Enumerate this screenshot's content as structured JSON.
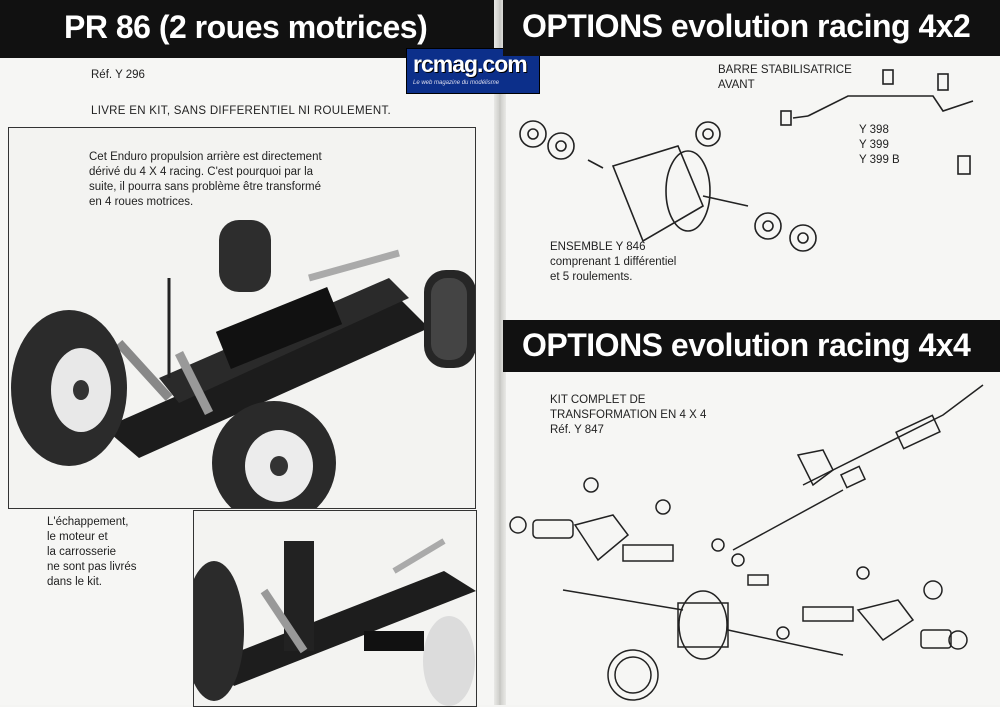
{
  "left_page": {
    "title": "PR 86 (2 roues motrices)",
    "ref": "Réf. Y 296",
    "kit_note": "LIVRE EN KIT, SANS DIFFERENTIEL NI ROULEMENT.",
    "description": "Cet Enduro propulsion arrière est directement\ndérivé du 4 X 4 racing. C'est pourquoi par la\nsuite, il pourra sans problème être transformé\nen 4 roues motrices.",
    "exhaust_note": "L'échappement,\nle moteur et\nla carrosserie\nne sont pas livrés\ndans le kit."
  },
  "logo": {
    "name": "rcmag.com",
    "tagline": "Le web magazine du modélisme"
  },
  "right_page": {
    "section_4x2": {
      "title": "OPTIONS evolution racing 4x2",
      "stabilizer_label": "BARRE STABILISATRICE\nAVANT",
      "stabilizer_refs": "Y 398\nY 399\nY 399 B",
      "ensemble_label": "ENSEMBLE Y 846\ncomprenant 1 différentiel\net 5 roulements."
    },
    "section_4x4": {
      "title": "OPTIONS evolution racing 4x4",
      "kit_label": "KIT COMPLET DE\nTRANSFORMATION EN 4 X 4\nRéf. Y 847"
    }
  }
}
